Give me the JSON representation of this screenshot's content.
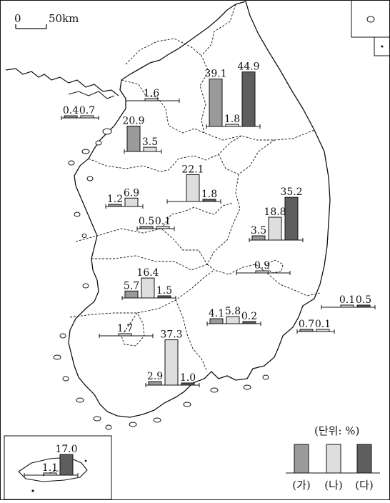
{
  "scale": {
    "zero": "0",
    "label": "50km"
  },
  "unit_label": "(단위: %)",
  "colors": {
    "ga": "#9a9a9a",
    "na": "#dedede",
    "da": "#5e5e5e",
    "stroke": "#111111",
    "land": "#ffffff"
  },
  "legend": {
    "items": [
      "(가)",
      "(나)",
      "(다)"
    ]
  },
  "chart_data": {
    "type": "bar",
    "series_labels": [
      "(가)",
      "(나)",
      "(다)"
    ],
    "regions": [
      {
        "values": [
          null,
          "1.6",
          null
        ]
      },
      {
        "values": [
          "39.1",
          "1.8",
          "44.9"
        ]
      },
      {
        "values": [
          "0.4",
          "0.7",
          null
        ]
      },
      {
        "values": [
          "20.9",
          "3.5",
          null
        ]
      },
      {
        "values": [
          null,
          "22.1",
          "1.8"
        ]
      },
      {
        "values": [
          "1.2",
          "6.9",
          null
        ]
      },
      {
        "values": [
          "3.5",
          "18.8",
          "35.2"
        ]
      },
      {
        "values": [
          "0.5",
          "0.1",
          null
        ]
      },
      {
        "values": [
          null,
          "0.9",
          null
        ]
      },
      {
        "values": [
          "5.7",
          "16.4",
          "1.5"
        ]
      },
      {
        "values": [
          "4.1",
          "5.8",
          "0.2"
        ]
      },
      {
        "values": [
          null,
          "0.1",
          "0.5"
        ]
      },
      {
        "values": [
          "0.7",
          "0.1",
          null
        ]
      },
      {
        "values": [
          null,
          "1.7",
          null
        ]
      },
      {
        "values": [
          "2.9",
          "37.3",
          "1.0"
        ]
      },
      {
        "values": [
          null,
          "1.1",
          "17.0"
        ]
      }
    ]
  }
}
